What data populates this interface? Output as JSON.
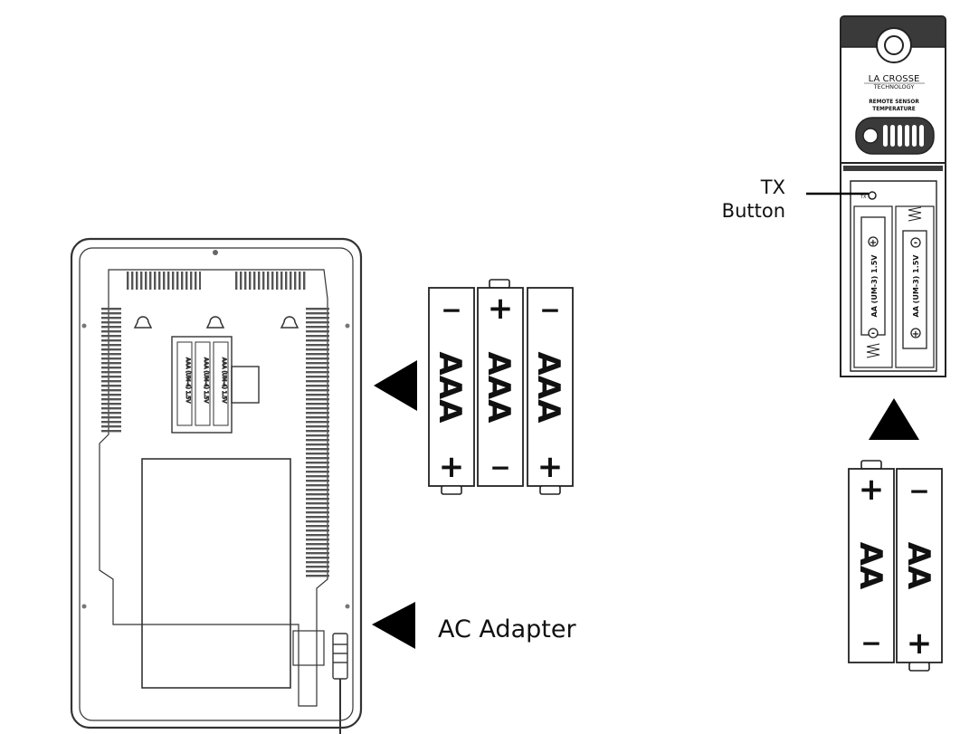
{
  "labels": {
    "tx_line1": "TX",
    "tx_line2": "Button",
    "ac_adapter": "AC Adapter"
  },
  "sensor": {
    "brand_line1": "LA CROSSE",
    "brand_line2": "TECHNOLOGY",
    "model_line1": "REMOTE SENSOR",
    "model_line2": "TEMPERATURE",
    "tx_mark": "TX",
    "cell_label": "AA (UM-3) 1.5V"
  },
  "display_batteries": {
    "type_label": "AAA",
    "cell_label": "AAA (UM-4) 1.5V",
    "plus": "+",
    "minus": "−"
  },
  "sensor_batteries": {
    "type_label": "AA",
    "plus": "+",
    "minus": "−"
  }
}
